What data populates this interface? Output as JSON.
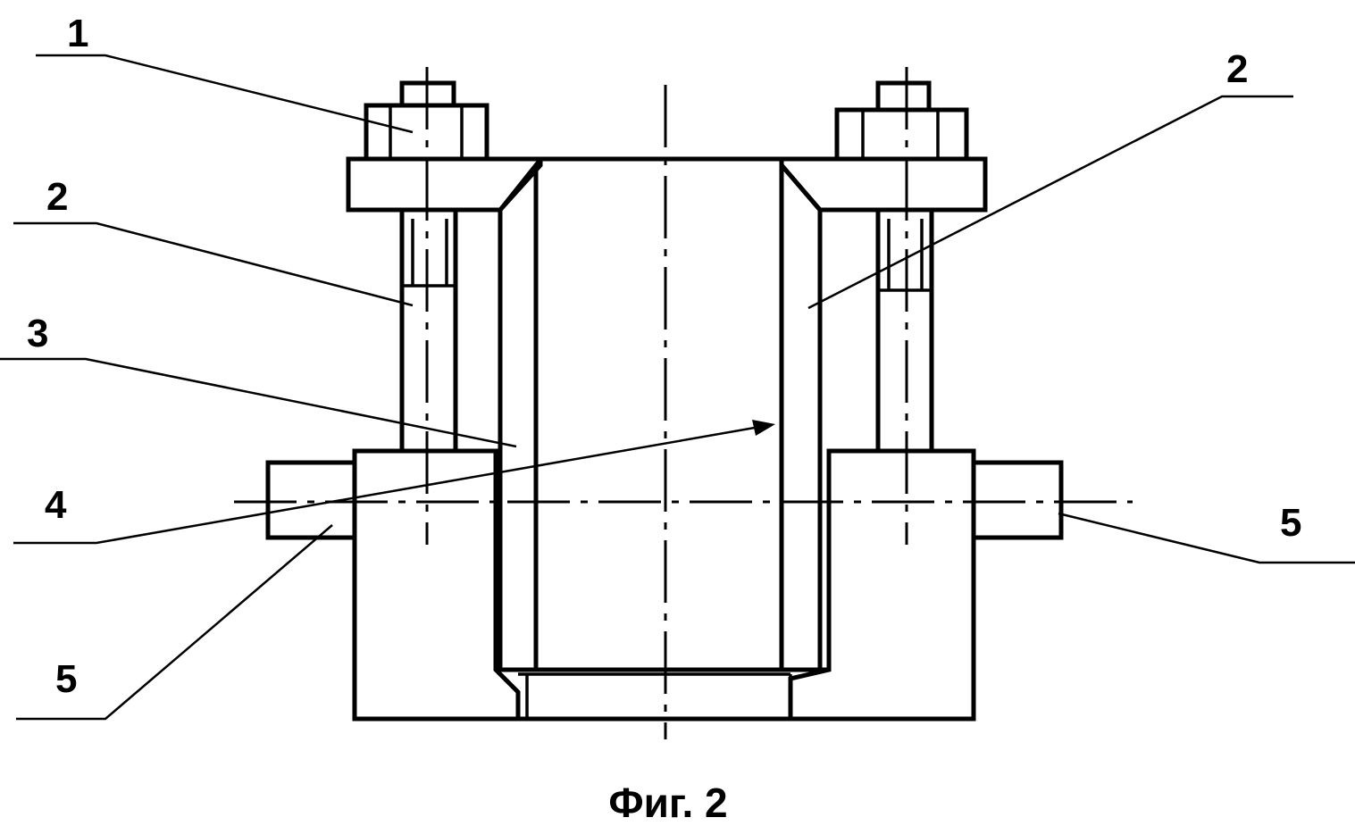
{
  "figure": {
    "caption": "Фиг. 2",
    "labels": {
      "top_left_1": "1",
      "left_2": "2",
      "right_2": "2",
      "left_3": "3",
      "left_4": "4",
      "left_5": "5",
      "right_5": "5"
    }
  }
}
